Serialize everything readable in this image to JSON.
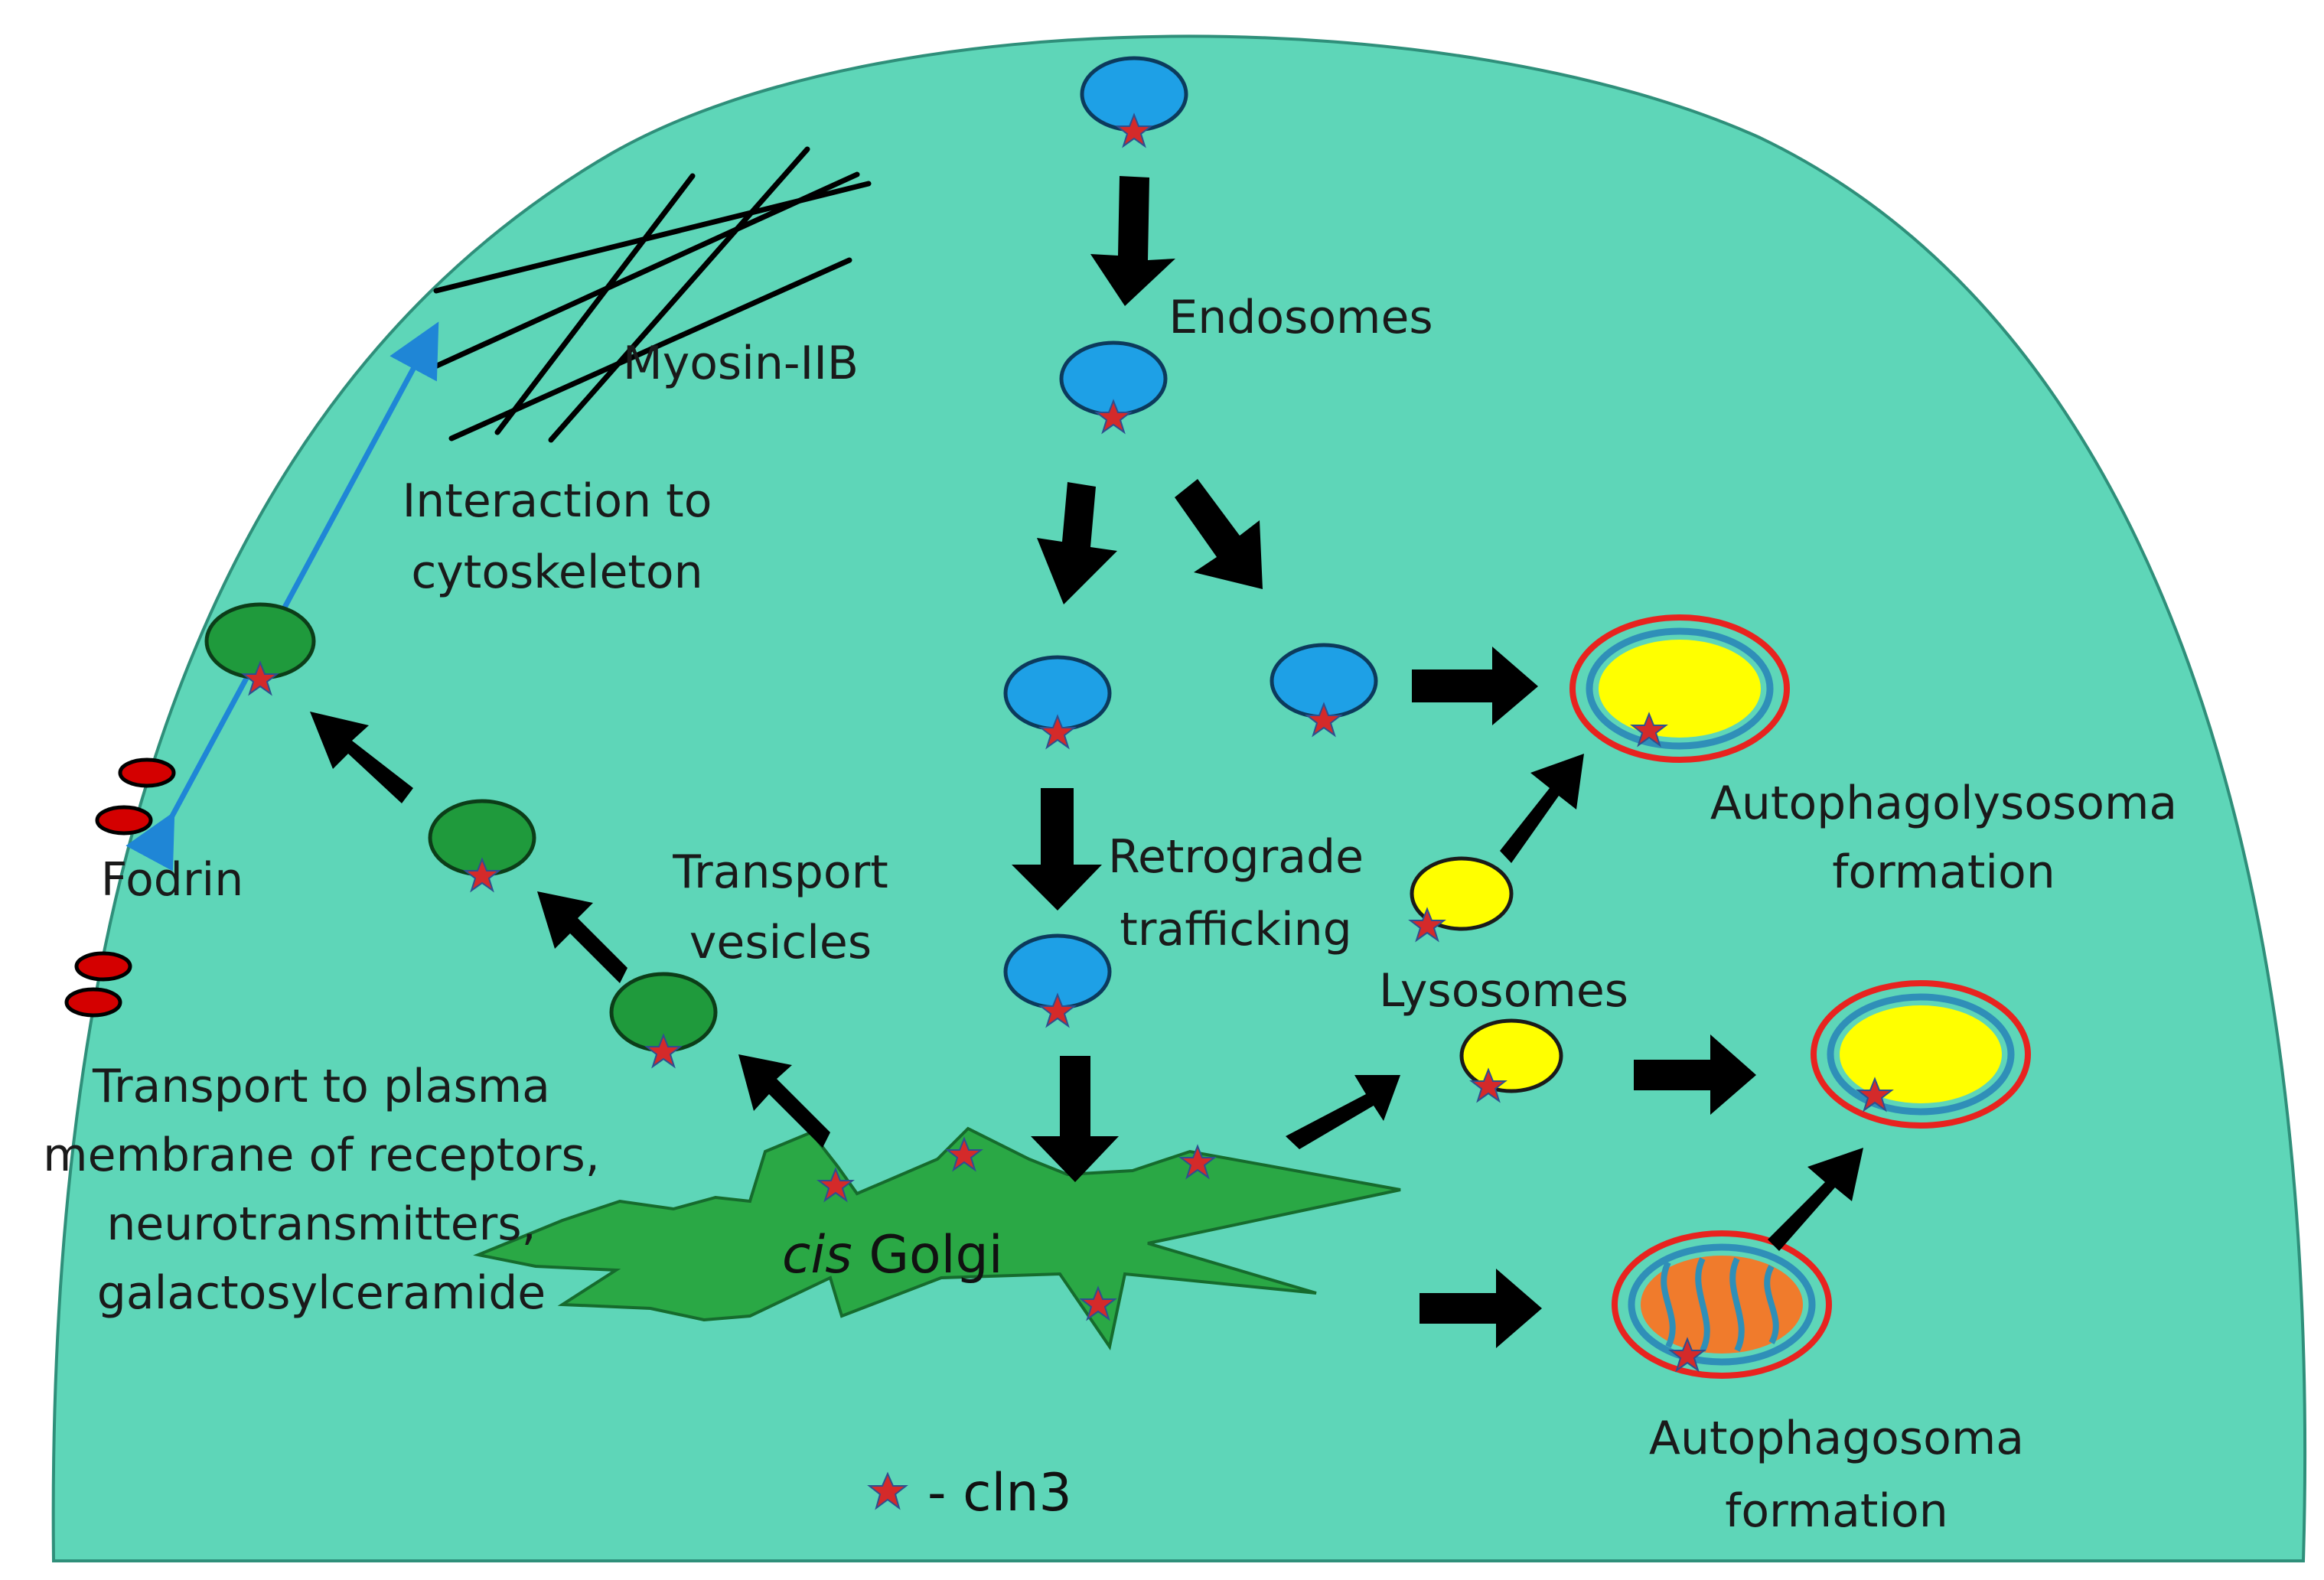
{
  "labels": {
    "endosomes": "Endosomes",
    "myosin": "Myosin-IIB",
    "interaction_line1": "Interaction to",
    "interaction_line2": "cytoskeleton",
    "fodrin": "Fodrin",
    "transport_vesicles_line1": "Transport",
    "transport_vesicles_line2": "vesicles",
    "retrograde_line1": "Retrograde",
    "retrograde_line2": "trafficking",
    "lysosomes": "Lysosomes",
    "autophagolysosoma_line1": "Autophagolysosoma",
    "autophagolysosoma_line2": "formation",
    "autophagosoma_line1": "Autophagosoma",
    "autophagosoma_line2": "formation",
    "plasma_line1": "Transport  to plasma",
    "plasma_line2": "membrane  of receptors,",
    "plasma_line3": "neurotransmitters,",
    "plasma_line4": "galactosylceramide",
    "golgi_italic": "cis",
    "golgi_name": " Golgi",
    "legend": "- cln3"
  },
  "colors": {
    "cell": "#5ed6b8",
    "cell_border": "#2f8f7a",
    "endosome": "#1ea0e6",
    "vesicle_green": "#1f9a3c",
    "golgi": "#2aa845",
    "lysosome": "#ffff00",
    "membrane_red": "#e8231f",
    "membrane_blue": "#2f8fb8",
    "mitochondria": "#f07b2c",
    "star": "#d42a2a",
    "fodrin": "#d40000",
    "cyto_arrow": "#1f86d6",
    "arrow": "#000000"
  }
}
